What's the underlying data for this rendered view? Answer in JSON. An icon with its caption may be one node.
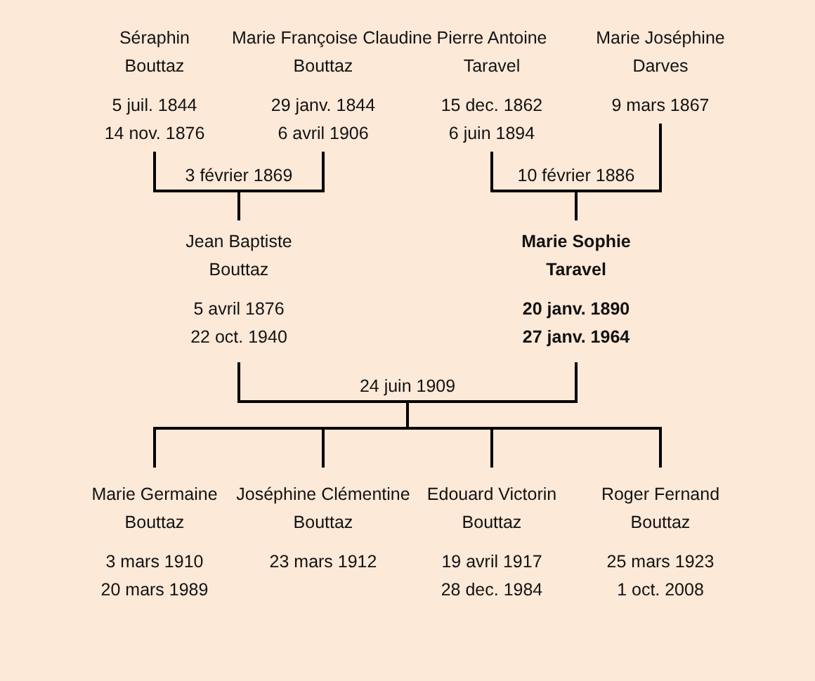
{
  "diagram": {
    "nodes": [
      {
        "text": [
          "Séraphin",
          "Bouttaz",
          "5 juil. 1844",
          "14 nov. 1876"
        ]
      },
      {
        "text": [
          "Marie Françoise Claudine",
          "Bouttaz",
          "29 janv. 1844",
          "6 avril 1906"
        ]
      },
      {
        "text": [
          "Pierre Antoine",
          "Taravel",
          "15 dec. 1862",
          "6 juin 1894"
        ]
      },
      {
        "text": [
          "Marie Joséphine",
          "Darves",
          "9 mars 1867"
        ]
      },
      {
        "text": [
          "Jean Baptiste",
          "Bouttaz",
          "5 avril 1876",
          "22 oct. 1940"
        ]
      },
      {
        "text": [
          "Marie Sophie",
          "Taravel",
          "20 janv. 1890",
          "27 janv. 1964"
        ]
      },
      {
        "text": [
          "Marie Germaine",
          "Bouttaz",
          "3 mars 1910",
          "20 mars 1989"
        ]
      },
      {
        "text": [
          "Joséphine Clémentine",
          "Bouttaz",
          "23 mars 1912"
        ]
      },
      {
        "text": [
          "Edouard Victorin",
          "Bouttaz",
          "19 avril 1917",
          "28 dec. 1984"
        ]
      },
      {
        "text": [
          "Roger Fernand",
          "Bouttaz",
          "25 mars 1923",
          "1 oct. 2008"
        ]
      }
    ],
    "edges": [
      {
        "from": 0,
        "to": 4,
        "arrow": "none",
        "label": "3 février 1869"
      },
      {
        "from": 1,
        "to": 4,
        "arrow": "none"
      },
      {
        "from": 2,
        "to": 5,
        "arrow": "none",
        "label": "10 février 1886"
      },
      {
        "from": 3,
        "to": 5,
        "arrow": "none"
      },
      {
        "from": 4,
        "to": 6,
        "arrow": "none",
        "label": "24 juin 1909"
      },
      {
        "from": 5,
        "to": 6,
        "arrow": "none"
      },
      {
        "from": 4,
        "to": 7,
        "arrow": "none"
      },
      {
        "from": 5,
        "to": 7,
        "arrow": "none"
      },
      {
        "from": 4,
        "to": 8,
        "arrow": "none"
      },
      {
        "from": 5,
        "to": 8,
        "arrow": "none"
      },
      {
        "from": 4,
        "to": 9,
        "arrow": "none"
      },
      {
        "from": 5,
        "to": 9,
        "arrow": "none"
      }
    ]
  }
}
